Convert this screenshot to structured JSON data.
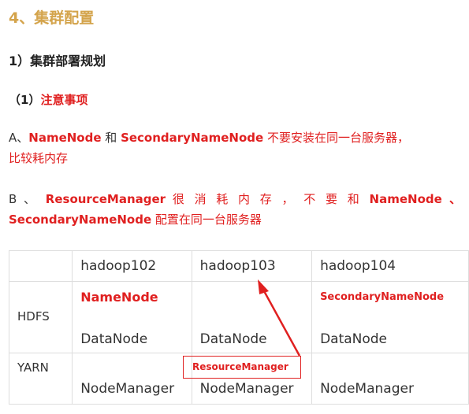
{
  "heading4": "4、集群配置",
  "heading5": "1）集群部署规划",
  "heading6": {
    "prefix": "（1）",
    "text": "注意事项"
  },
  "paraA": {
    "prefix": "A、",
    "nn": "NameNode",
    "and": " 和 ",
    "snn": "SecondaryNameNode",
    "rest1": " 不要安装在同一台服务器，",
    "rest2": "比较耗内存"
  },
  "paraB": {
    "prefix": "B 、 ",
    "rm": "ResourceManager",
    "mid": " 很 消 耗 内 存 ， 不 要 和 ",
    "nn": "NameNode",
    "sep": " 、",
    "snn": "SecondaryNameNode",
    "rest": " 配置在同一台服务器"
  },
  "table": {
    "headers": [
      "hadoop102",
      "hadoop103",
      "hadoop104"
    ],
    "hdfs": {
      "label": "HDFS",
      "c1_top": "NameNode",
      "c3_top": "SecondaryNameNode",
      "c1_bottom": "DataNode",
      "c2_bottom": "DataNode",
      "c3_bottom": "DataNode"
    },
    "yarn": {
      "label": "YARN",
      "c2_top": "ResourceManager",
      "c1_bottom": "NodeManager",
      "c2_bottom": "NodeManager",
      "c3_bottom": "NodeManager"
    }
  },
  "colors": {
    "heading": "#d4a44c",
    "emphasis": "#e02020",
    "border": "#dddddd"
  }
}
